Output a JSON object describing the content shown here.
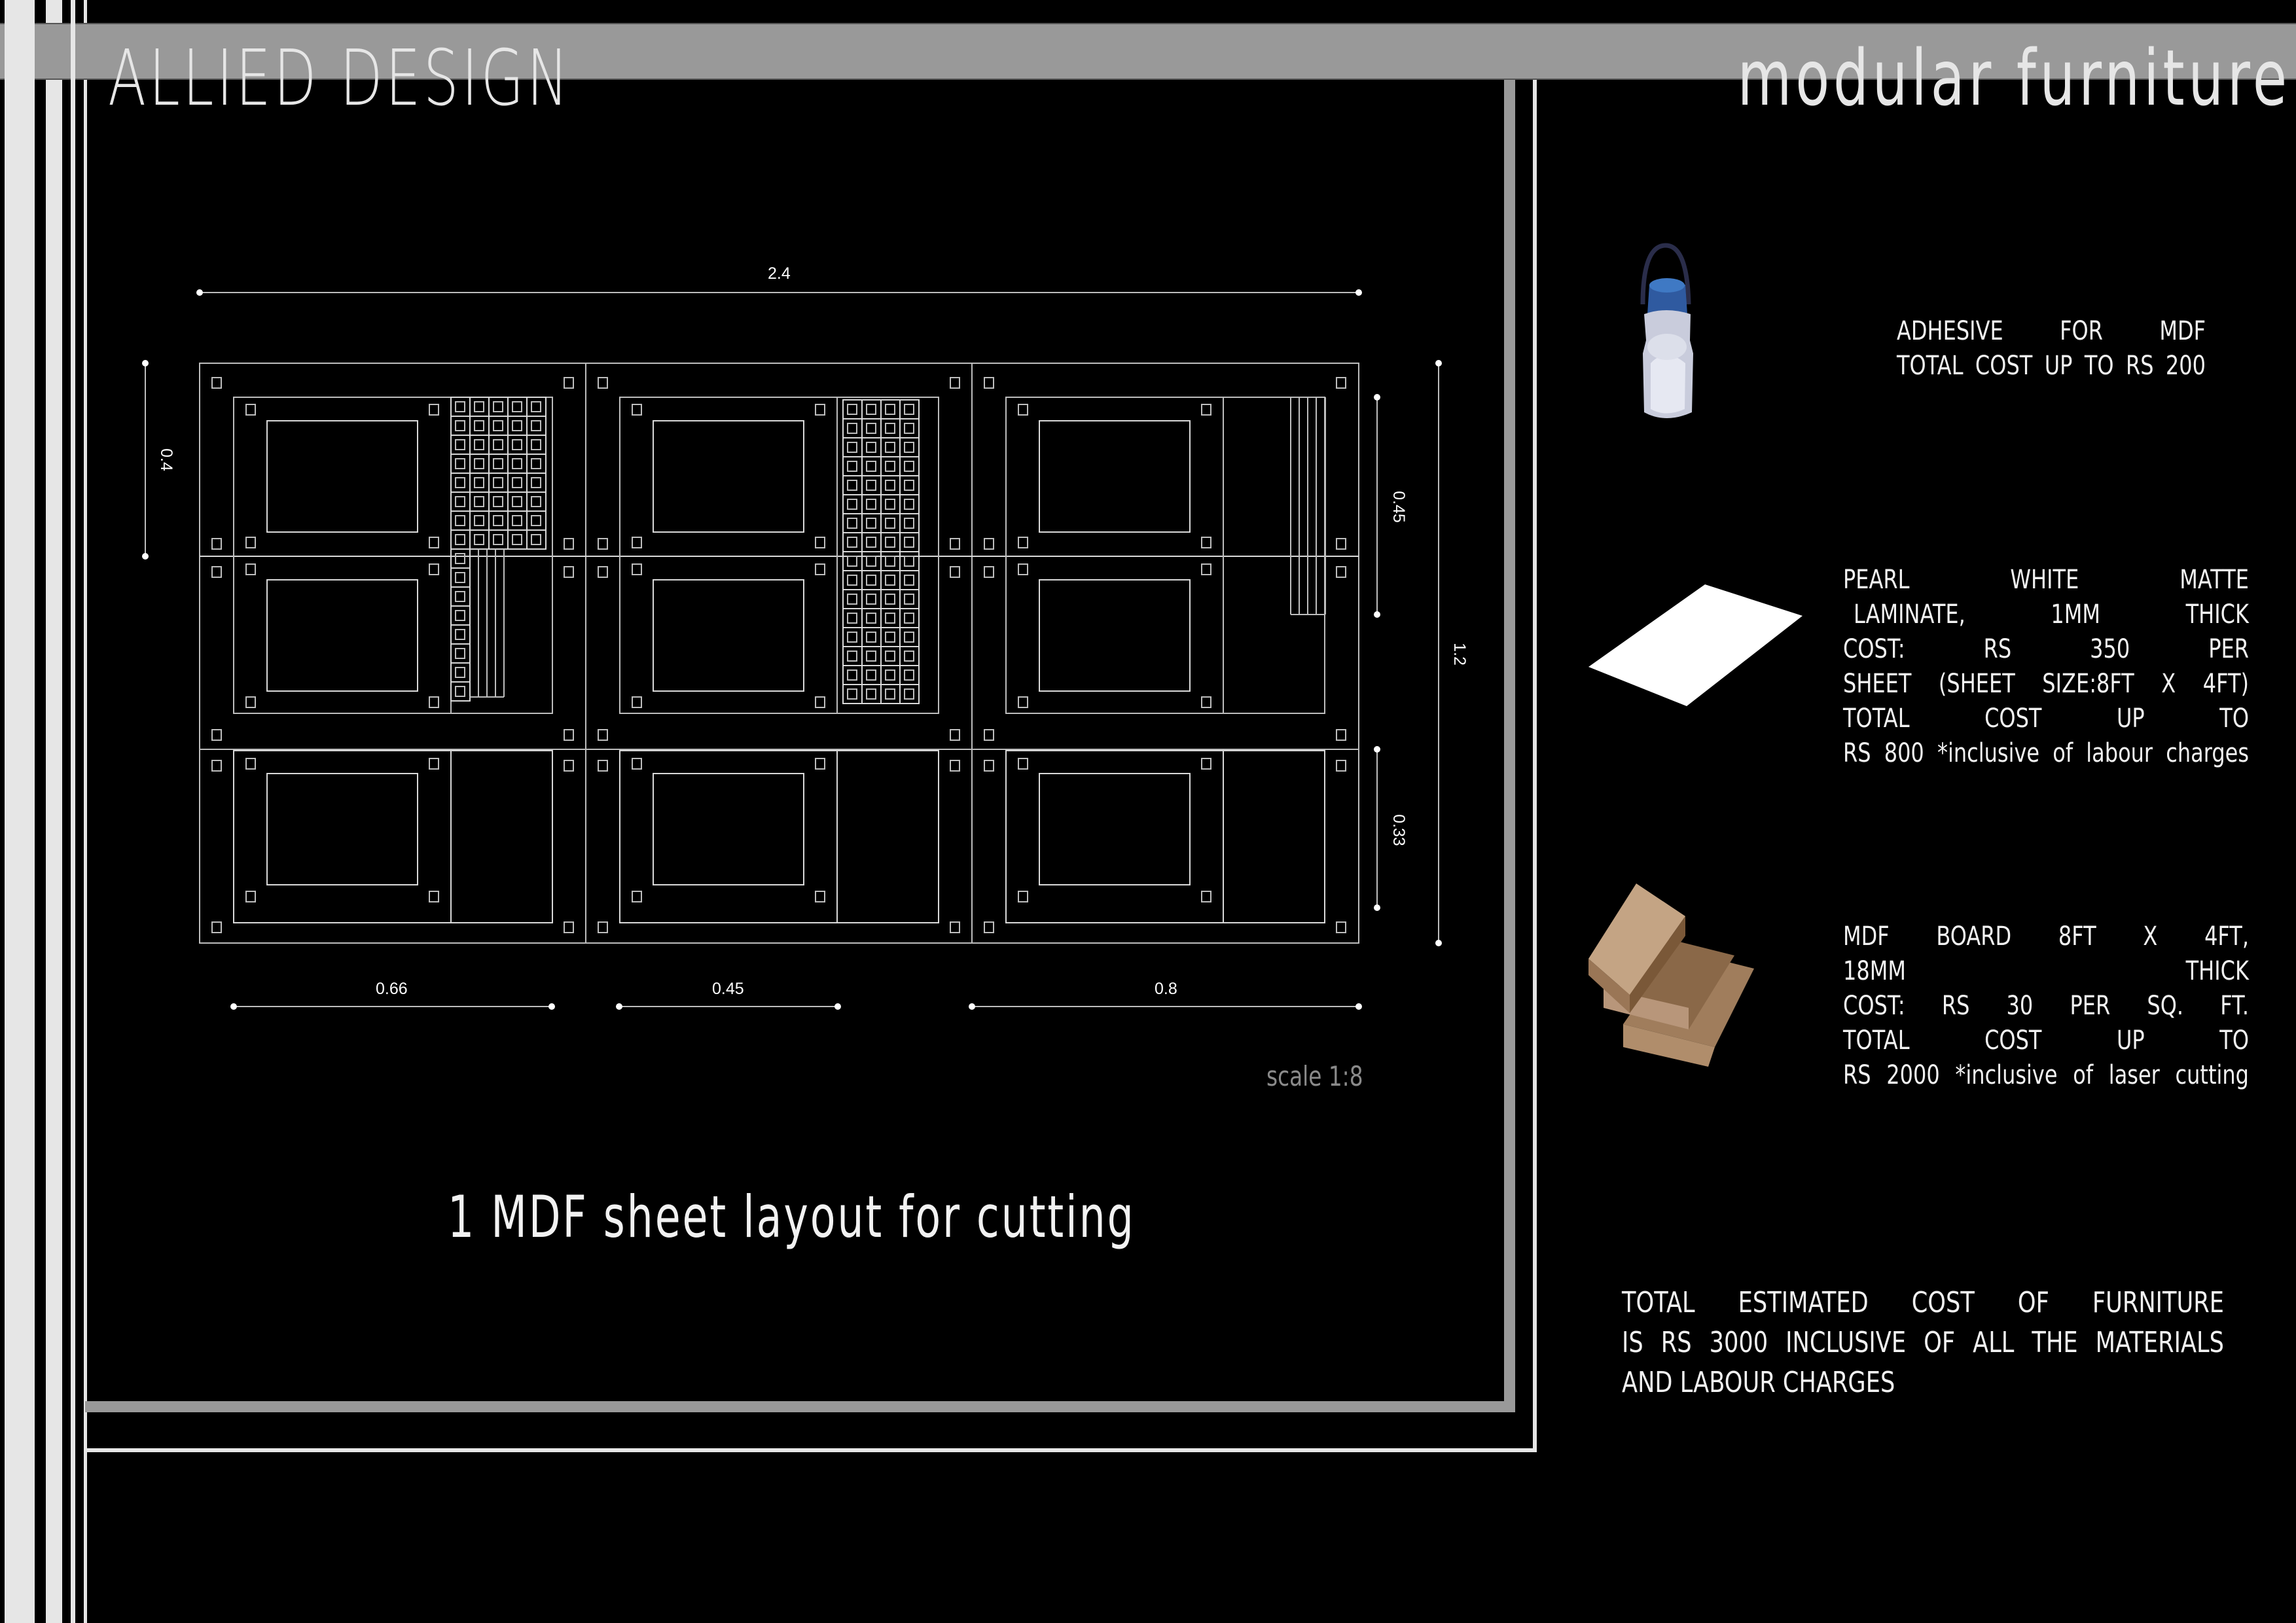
{
  "header": {
    "brand": "ALLIED DESIGN",
    "subject": "modular furniture"
  },
  "sheet_layout": {
    "caption": "1 MDF sheet layout for cutting",
    "scale": "scale 1:8",
    "dimensions": {
      "overall_width": "2.4",
      "overall_height": "1.2",
      "left_row_height": "0.4",
      "right_upper": "0.45",
      "right_lower": "0.33",
      "bottom": [
        "0.66",
        "0.45",
        "0.8"
      ]
    },
    "columns": 3,
    "rows": 3
  },
  "materials": [
    {
      "name": "adhesive",
      "icon": "glue-bottle-icon",
      "lines": [
        "ADHESIVE FOR MDF",
        "TOTAL COST UP TO RS 200"
      ]
    },
    {
      "name": "laminate",
      "icon": "laminate-sheet-icon",
      "lines": [
        "PEARL WHITE MATTE",
        "LAMINATE, 1MM THICK",
        "COST: RS 350 PER",
        "SHEET (SHEET SIZE:8FT X 4FT)",
        "TOTAL COST UP TO",
        "RS 800 *inclusive of labour charges"
      ]
    },
    {
      "name": "mdf-board",
      "icon": "mdf-boards-icon",
      "lines": [
        "MDF BOARD 8FT X 4FT,",
        "18MM THICK",
        "COST: RS 30 PER SQ. FT.",
        "TOTAL COST UP TO",
        "RS 2000 *inclusive of laser cutting"
      ]
    }
  ],
  "summary": {
    "lines": [
      "TOTAL ESTIMATED COST OF FURNITURE",
      "IS RS 3000 INCLUSIVE OF ALL THE MATERIALS",
      "AND LABOUR CHARGES"
    ]
  },
  "colors": {
    "background": "#000000",
    "header_bar": "#999999",
    "stripe": "#e6e6e6",
    "line": "#d9d9d9",
    "scale_text": "#8a8a8a",
    "mdf": "#c4a484",
    "glue_cap": "#3a6fb0"
  }
}
